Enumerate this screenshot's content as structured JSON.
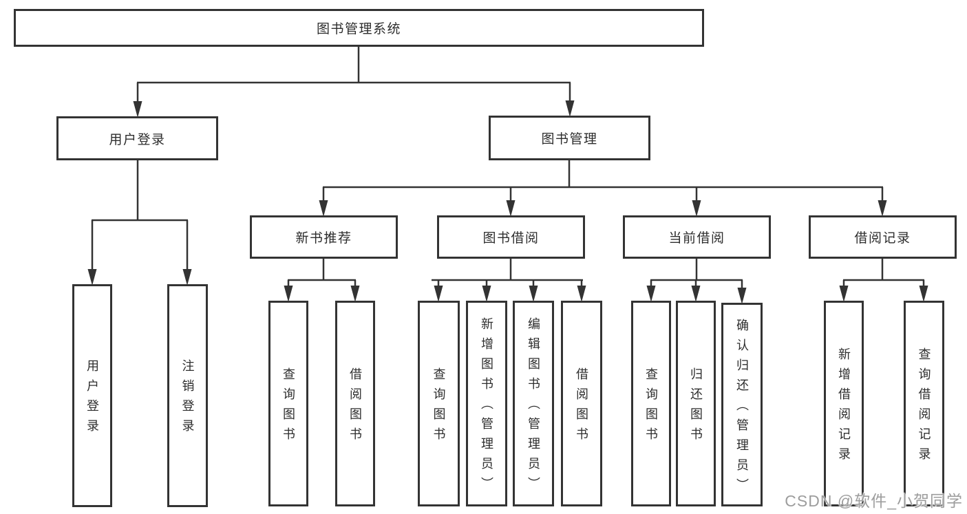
{
  "diagram_title": "图书管理系统",
  "nodes": {
    "root": "图书管理系统",
    "user_login": "用户登录",
    "book_management": "图书管理",
    "new_book_recommend": "新书推荐",
    "book_borrowing": "图书借阅",
    "current_borrowing": "当前借阅",
    "borrow_records": "借阅记录",
    "ul_user_login": "用户登录",
    "ul_logout": "注销登录",
    "nbr_query_books": "查询图书",
    "nbr_borrow_books": "借阅图书",
    "bb_query_books": "查询图书",
    "bb_add_books": "新增图书（管理员）",
    "bb_edit_books": "编辑图书（管理员）",
    "bb_borrow_books": "借阅图书",
    "cb_query_books": "查询图书",
    "cb_return_books": "归还图书",
    "cb_confirm_return": "确认归还（管理员）",
    "br_add_record": "新增借阅记录",
    "br_query_record": "查询借阅记录"
  },
  "edges": [
    {
      "from": "图书管理系统",
      "to": [
        "用户登录",
        "图书管理"
      ]
    },
    {
      "from": "用户登录",
      "to": [
        "用户登录",
        "注销登录"
      ]
    },
    {
      "from": "图书管理",
      "to": [
        "新书推荐",
        "图书借阅",
        "当前借阅",
        "借阅记录"
      ]
    },
    {
      "from": "新书推荐",
      "to": [
        "查询图书",
        "借阅图书"
      ]
    },
    {
      "from": "图书借阅",
      "to": [
        "查询图书",
        "新增图书（管理员）",
        "编辑图书（管理员）",
        "借阅图书"
      ]
    },
    {
      "from": "当前借阅",
      "to": [
        "查询图书",
        "归还图书",
        "确认归还（管理员）"
      ]
    },
    {
      "from": "借阅记录",
      "to": [
        "新增借阅记录",
        "查询借阅记录"
      ]
    }
  ],
  "watermark": "CSDN @软件_小贺同学",
  "colors": {
    "box_border": "#333333",
    "text": "#2d2d2d",
    "connector": "#333333",
    "watermark": "#9d9d9d",
    "background": "#ffffff"
  }
}
